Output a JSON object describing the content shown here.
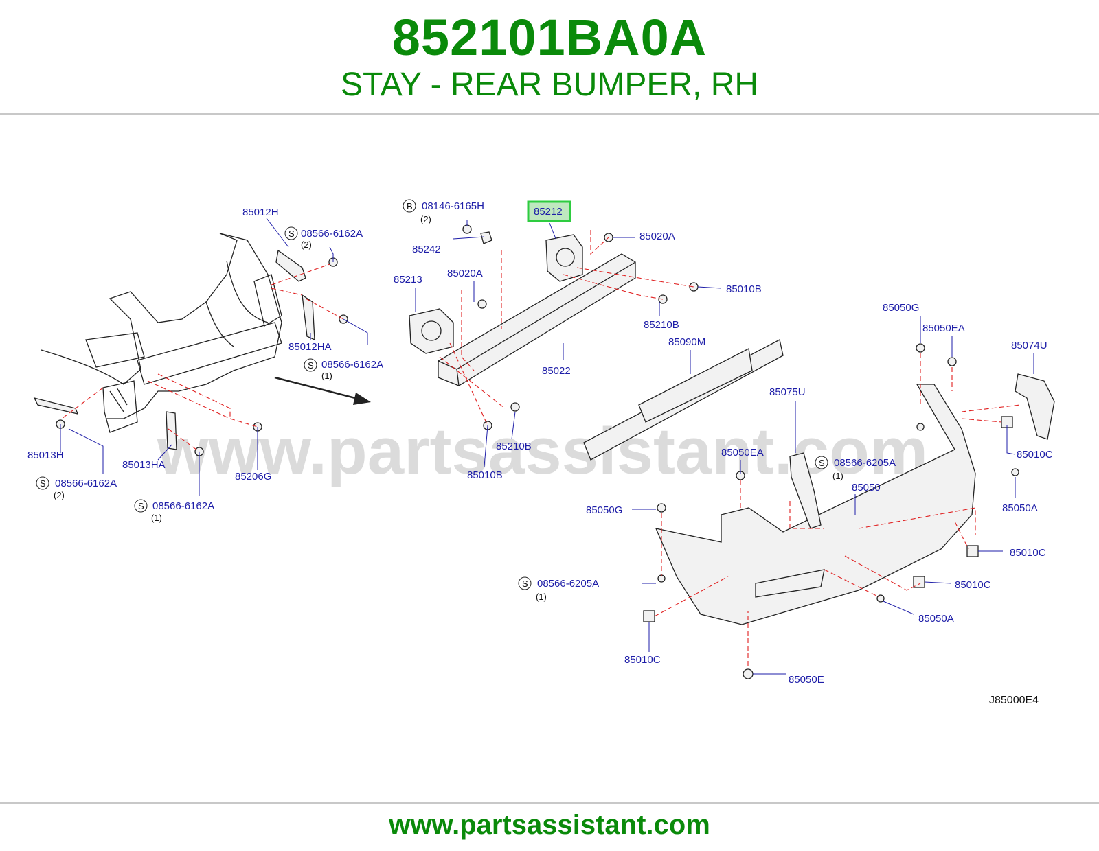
{
  "header": {
    "part_number": "852101BA0A",
    "part_name": "STAY - REAR BUMPER, RH"
  },
  "diagram": {
    "watermark": "www.partsassistant.com",
    "reference_code": "J85000E4",
    "highlight_color": "#2ecc40",
    "dash_color": "#e02020",
    "label_color": "#1e1ea8",
    "callouts": [
      "85012H",
      "08566-6162A",
      "(2)",
      "85012HA",
      "08566-6162A",
      "(1)",
      "85013H",
      "08566-6162A",
      "(2)",
      "85013HA",
      "08566-6162A",
      "(1)",
      "85206G",
      "08146-6165H",
      "(2)",
      "85242",
      "85213",
      "85020A",
      "85022",
      "85210B",
      "85010B",
      "85212",
      "85020A",
      "85010B",
      "85210B",
      "85090M",
      "85050G",
      "85050EA",
      "85074U",
      "85075U",
      "85050EA",
      "08566-6205A",
      "(1)",
      "85050",
      "85010C",
      "85050A",
      "85050G",
      "85010C",
      "85010C",
      "08566-6205A",
      "(1)",
      "85050A",
      "85010C",
      "85050E"
    ],
    "symbol_s": "S",
    "symbol_b": "B"
  },
  "footer": {
    "url": "www.partsassistant.com"
  }
}
